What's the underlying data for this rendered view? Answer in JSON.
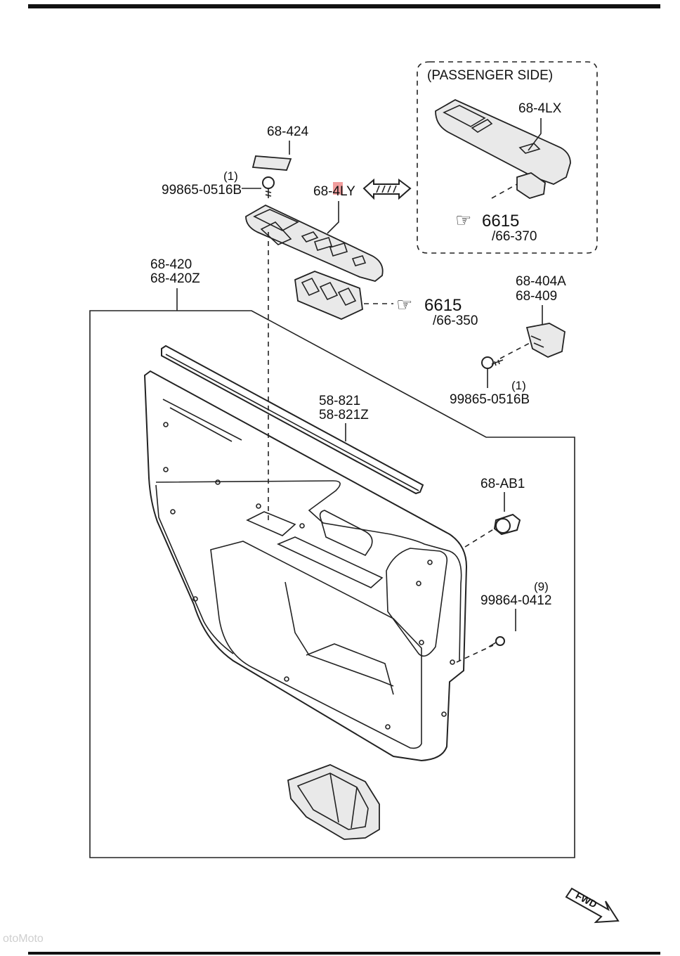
{
  "labels": {
    "passenger_side": "(PASSENGER SIDE)",
    "p68_4LX": "68-4LX",
    "ref6615_a": "6615",
    "ref66_370": "/66-370",
    "p68_424": "68-424",
    "qty1_a": "(1)",
    "p99865_0516B_a": "99865-0516B",
    "p68_4LY": "68-4LY",
    "p68_420": "68-420",
    "p68_420Z": "68-420Z",
    "ref6615_b": "6615",
    "ref66_350": "/66-350",
    "p68_404A": "68-404A",
    "p68_409": "68-409",
    "qty1_b": "(1)",
    "p99865_0516B_b": "99865-0516B",
    "p58_821": "58-821",
    "p58_821Z": "58-821Z",
    "p68_AB1": "68-AB1",
    "qty9": "(9)",
    "p99864_0412": "99864-0412",
    "fwd": "FWD",
    "watermark": "otoMoto"
  },
  "colors": {
    "line": "#222222",
    "highlight": "#e85a5a",
    "part_fill": "#e9e9e9"
  },
  "icons": {
    "reference": "pointing-hand-icon",
    "interchange": "double-arrow-icon",
    "direction": "fwd-arrow-icon"
  }
}
